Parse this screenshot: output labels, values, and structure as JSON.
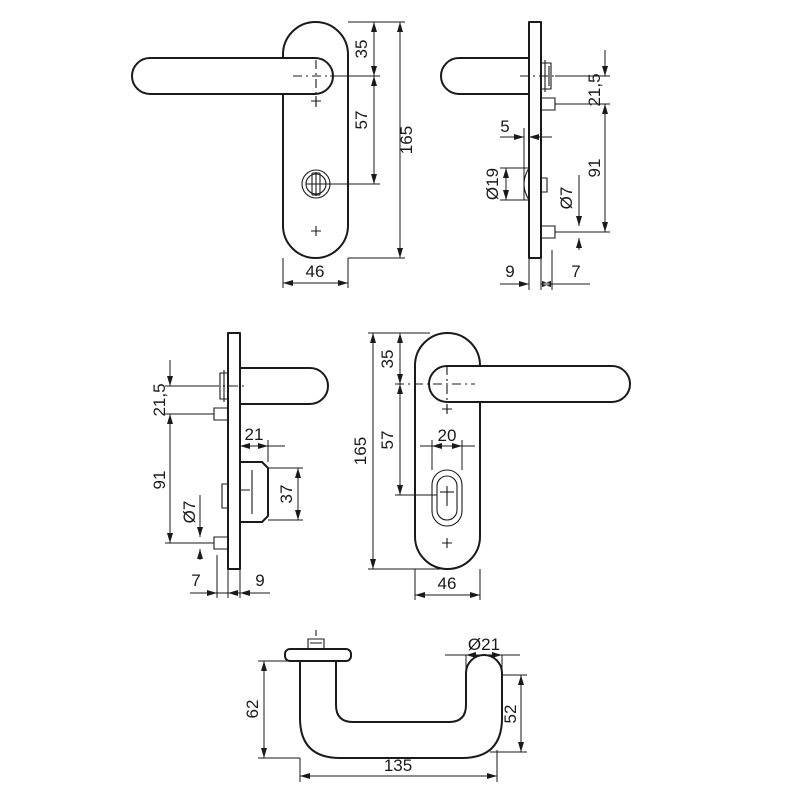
{
  "labels": {
    "d35": "35",
    "d57": "57",
    "d165": "165",
    "d46": "46",
    "d21_5": "21,5",
    "d91": "91",
    "d5": "5",
    "dia19": "Ø19",
    "dia7": "Ø7",
    "d9": "9",
    "d7": "7",
    "d21": "21",
    "d37": "37",
    "d20": "20",
    "dia21": "Ø21",
    "d62": "62",
    "d52": "52",
    "d135": "135"
  }
}
